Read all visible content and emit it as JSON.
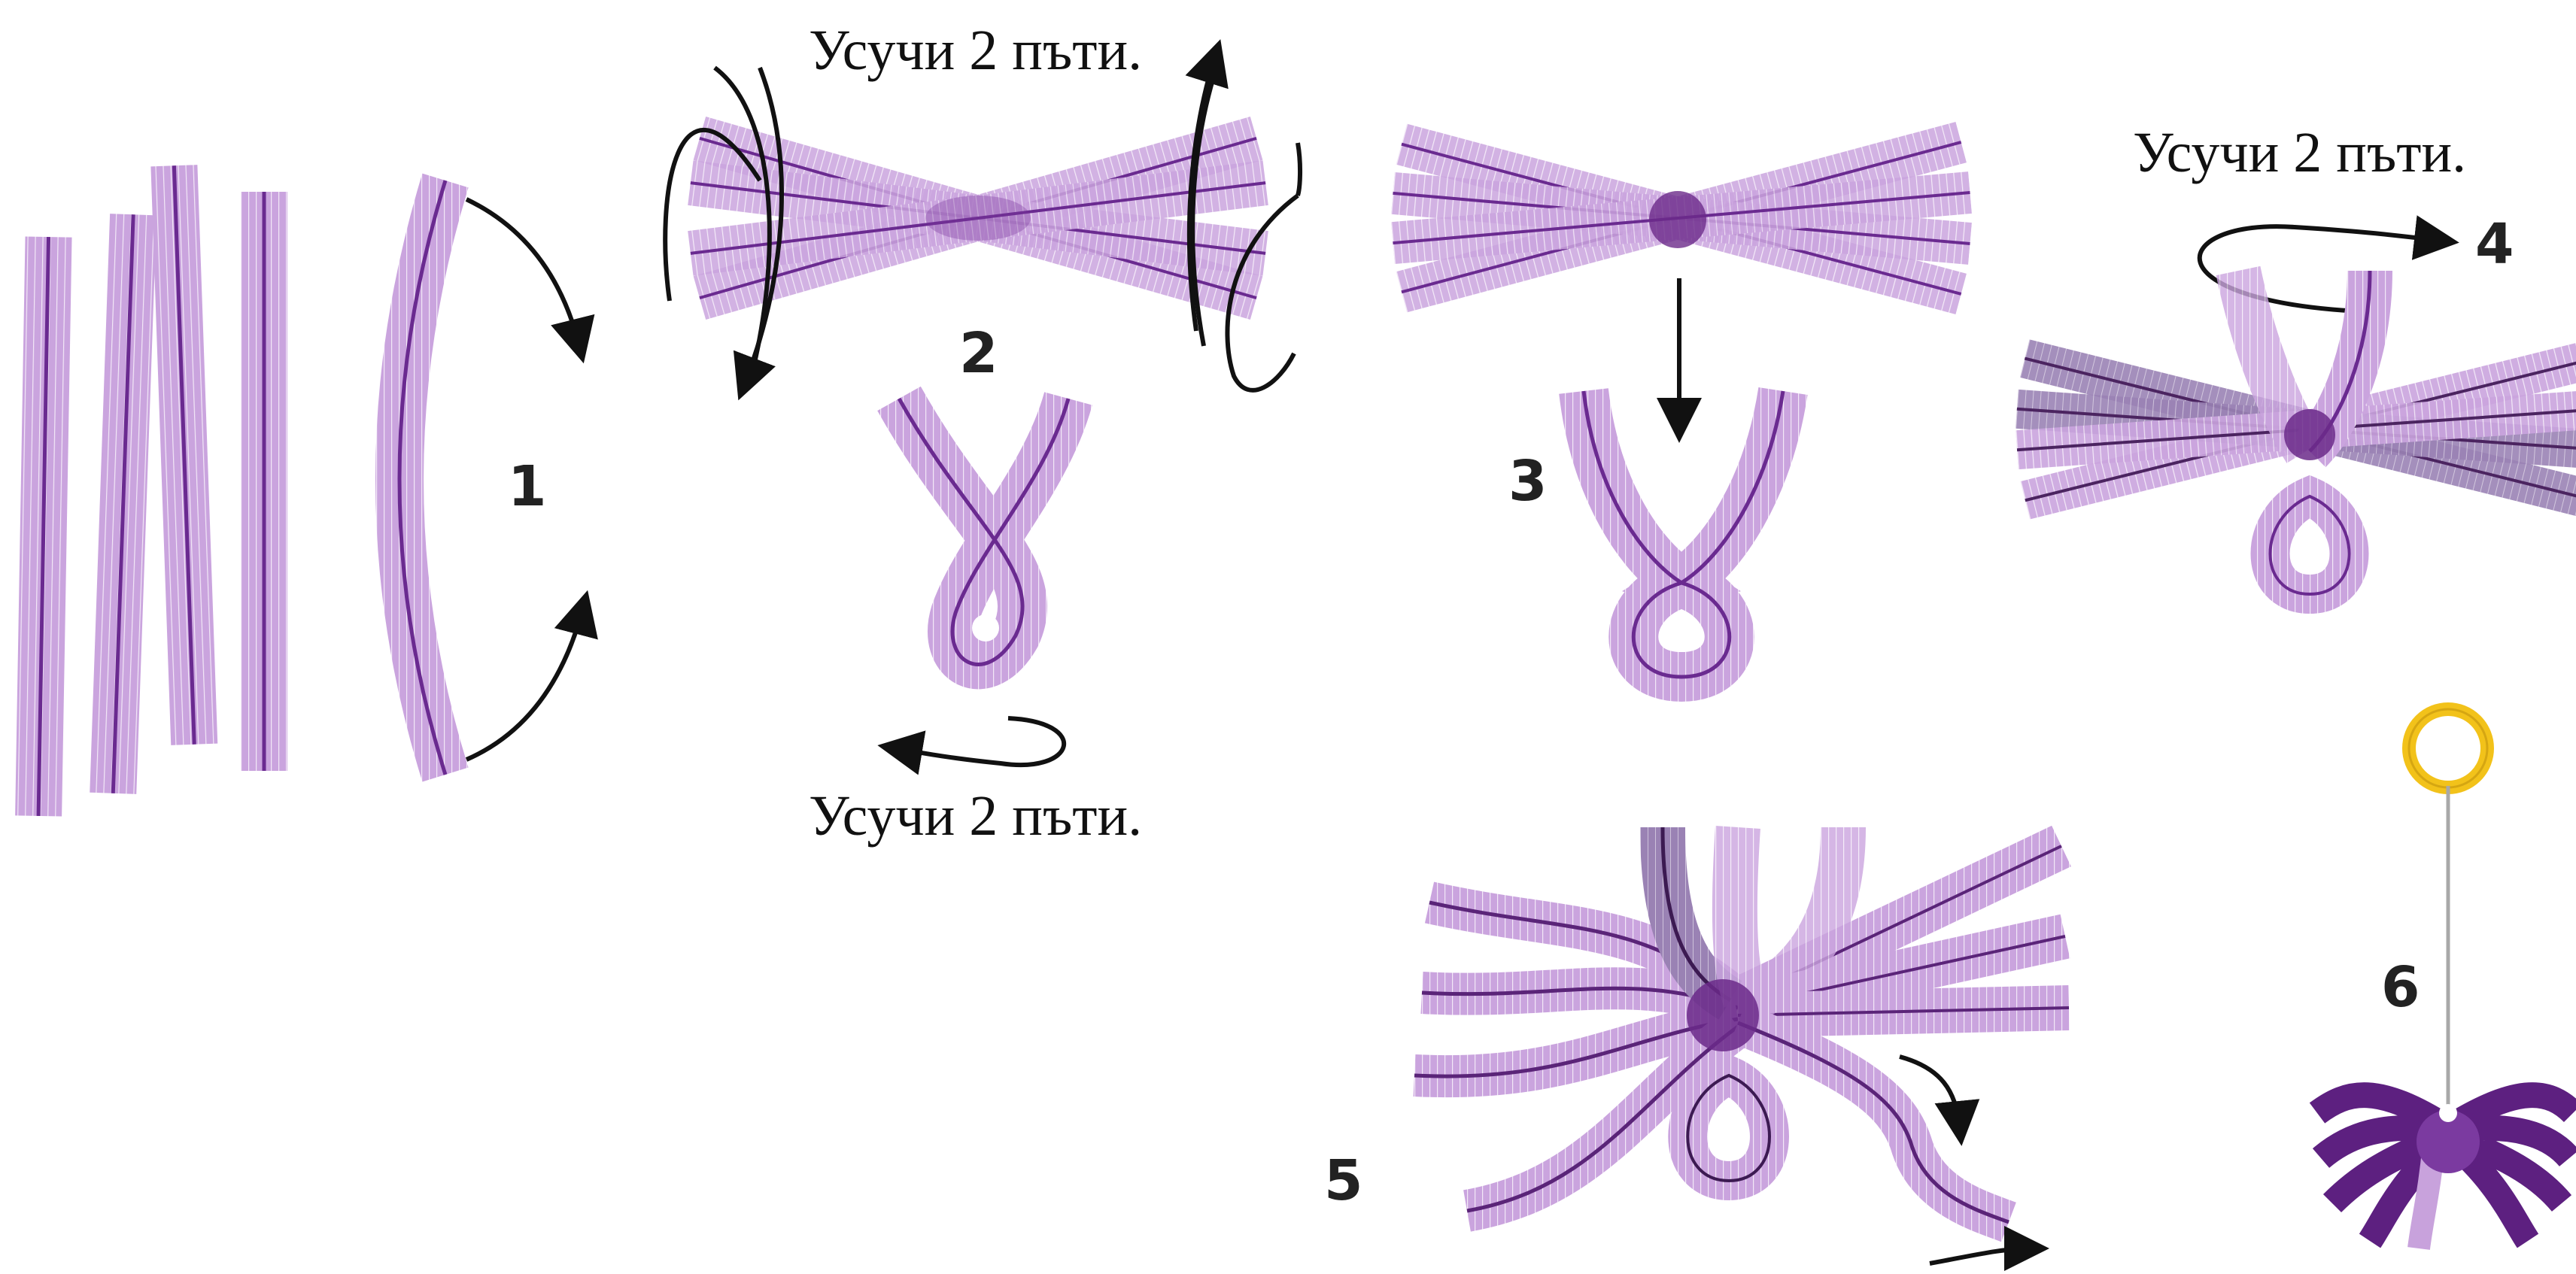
{
  "captions": {
    "twist_top": "Усучи 2 пъти.",
    "twist_bottom": "Усучи 2 пъти.",
    "twist_right": "Усучи 2 пъти."
  },
  "steps": [
    "1",
    "2",
    "3",
    "4",
    "5",
    "6"
  ],
  "colors": {
    "pipe_cleaner": "#c8a2dc",
    "pipe_core": "#6a2a90",
    "pipe_dark": "#9378ad",
    "body_dark": "#6b2a8a",
    "arrow": "#111111",
    "ring": "#f2c21a"
  },
  "icons": [
    "curved-arrow-icon",
    "twist-arrow-icon",
    "hanging-ring-icon",
    "spider-icon"
  ]
}
